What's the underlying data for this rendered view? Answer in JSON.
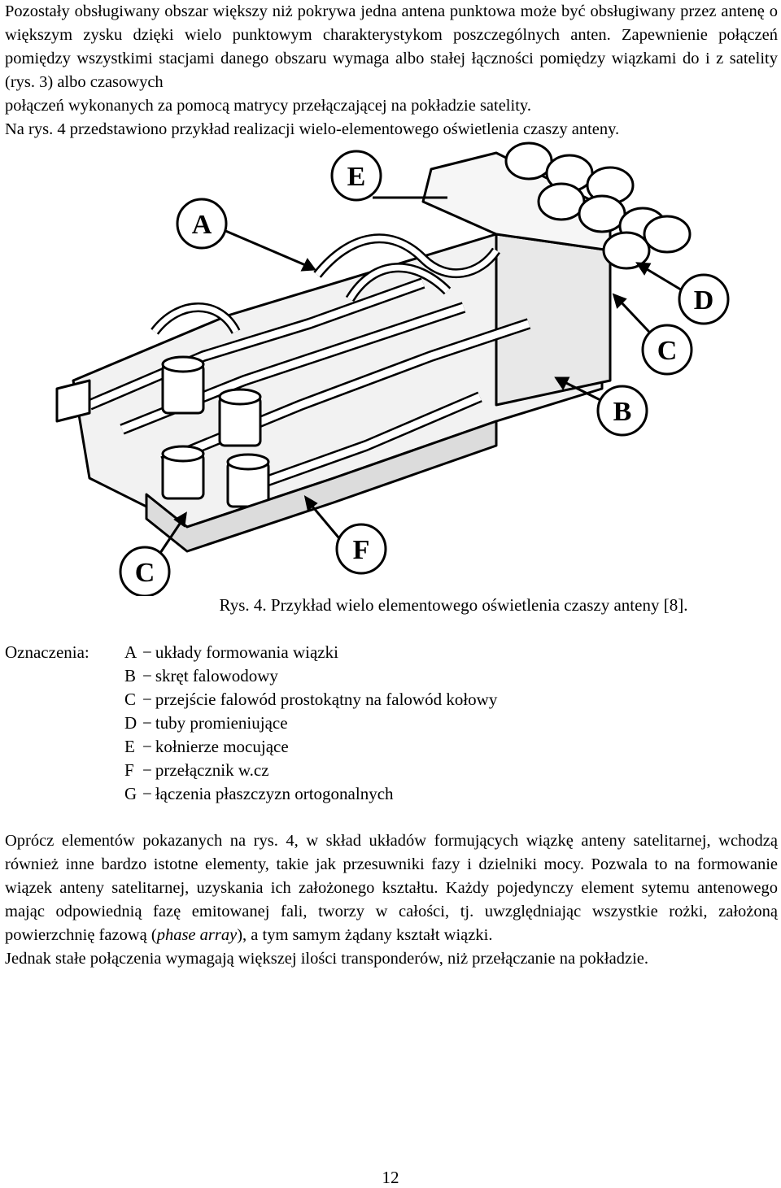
{
  "intro": {
    "p1": "Pozostały obsługiwany obszar większy niż pokrywa jedna antena punktowa może być obsługiwany przez antenę o większym zysku dzięki wielo punktowym charakterystykom poszczególnych anten. Zapewnienie połączeń pomiędzy wszystkimi stacjami danego obszaru wymaga albo stałej łączności pomiędzy wiązkami do i z satelity (rys. 3) albo czasowych",
    "p2": "połączeń wykonanych za pomocą matrycy przełączającej na pokładzie satelity.",
    "p3": "Na rys. 4 przedstawiono przykład realizacji wielo-elementowego oświetlenia czaszy anteny."
  },
  "figure": {
    "labels": [
      "A",
      "E",
      "D",
      "C",
      "B",
      "F",
      "C"
    ],
    "caption": "Rys. 4. Przykład wielo elementowego oświetlenia czaszy anteny [8]."
  },
  "legend": {
    "title": "Oznaczenia:",
    "items": [
      {
        "key": "A",
        "text": "układy formowania wiązki"
      },
      {
        "key": "B",
        "text": "skręt falowodowy"
      },
      {
        "key": "C",
        "text": "przejście falowód prostokątny na falowód kołowy"
      },
      {
        "key": "D",
        "text": "tuby promieniujące"
      },
      {
        "key": "E",
        "text": "kołnierze mocujące"
      },
      {
        "key": "F",
        "text": "przełącznik w.cz"
      },
      {
        "key": "G",
        "text": "łączenia płaszczyzn ortogonalnych"
      }
    ],
    "dash": "−"
  },
  "body": {
    "p1_before": "Oprócz elementów pokazanych na rys. 4, w skład układów formujących wiązkę anteny satelitarnej, wchodzą również inne bardzo istotne elementy, takie jak przesuwniki fazy i dzielniki mocy. Pozwala to na formowanie wiązek anteny satelitarnej, uzyskania ich założonego kształtu. Każdy pojedynczy element sytemu antenowego mając odpowiednią fazę emitowanej fali, tworzy w całości, tj. uwzględniając wszystkie rożki, założoną powierzchnię fazową (",
    "p1_em": "phase array",
    "p1_after": "), a tym samym żądany kształt wiązki.",
    "p2": "Jednak stałe połączenia wymagają większej ilości transponderów, niż przełączanie na pokładzie."
  },
  "page_number": "12"
}
